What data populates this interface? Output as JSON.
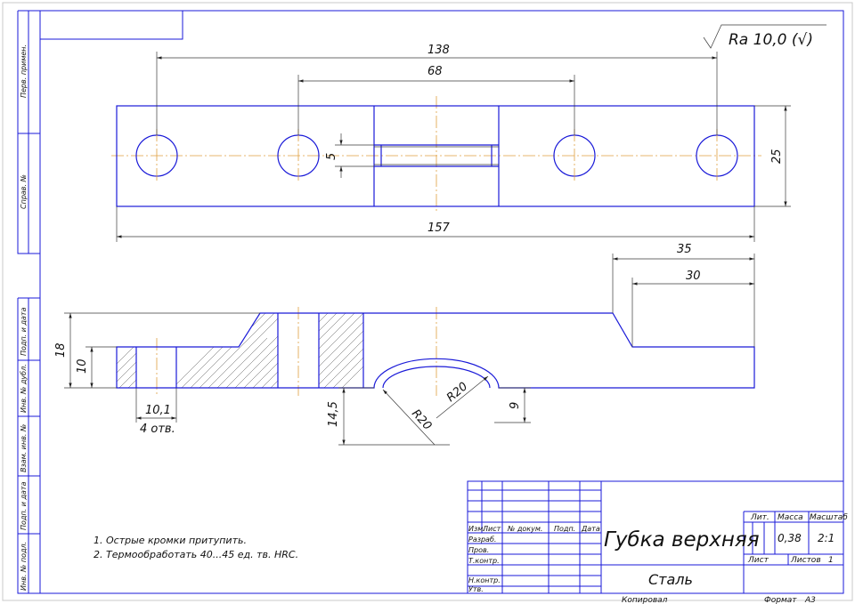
{
  "roughness": {
    "text": "Ra 10,0 (√)"
  },
  "dimensions": {
    "d138": "138",
    "d68": "68",
    "d5": "5",
    "d25": "25",
    "d157": "157",
    "d35": "35",
    "d30": "30",
    "d18": "18",
    "d10": "10",
    "d10_1": "10,1",
    "holes": "4 отв.",
    "d14_5": "14,5",
    "r20a": "R20",
    "r20b": "R20",
    "d9": "9"
  },
  "notes": [
    "1. Острые кромки притупить.",
    "2. Термообработать 40...45 ед. тв. HRC."
  ],
  "side_stamp": {
    "top": [
      "Перв. примен.",
      "Справ. №"
    ],
    "bottom": [
      "Подп. и дата",
      "Инв. № дубл.",
      "Взам. инв. №",
      "Подп. и дата",
      "Инв. № подл."
    ]
  },
  "title_block": {
    "name": "Губка верхняя",
    "material": "Сталь",
    "col_headers": [
      "Изм.",
      "Лист",
      "№ докум.",
      "Подп.",
      "Дата"
    ],
    "row_labels": [
      "Разраб.",
      "Пров.",
      "Т.контр.",
      "Н.контр.",
      "Утв."
    ],
    "lit_label": "Лит.",
    "mass_label": "Масса",
    "scale_label": "Масштаб",
    "mass_value": "0,38",
    "scale_value": "2:1",
    "sheet_label": "Лист",
    "sheets_label": "Листов",
    "sheets_value": "1",
    "copied_label": "Копировал",
    "format_label": "Формат",
    "format_value": "A3"
  }
}
